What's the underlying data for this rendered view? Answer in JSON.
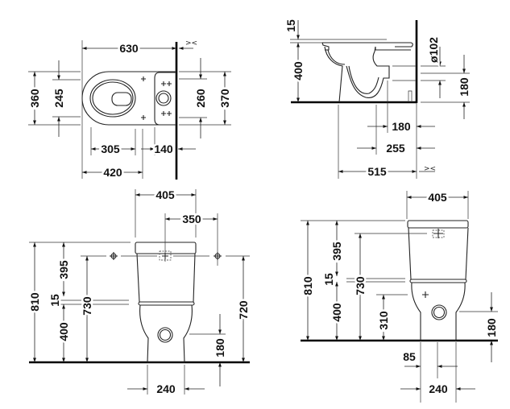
{
  "views": {
    "top_plan": {
      "labels": [
        "630",
        "360",
        "245",
        "260",
        "370",
        "305",
        "140",
        "420"
      ],
      "wall_symbol": "><"
    },
    "side_section": {
      "labels": [
        "15",
        "400",
        "ø102",
        "180",
        "180",
        "255",
        "515"
      ],
      "wall_symbol": "><"
    },
    "front_elevation_left": {
      "labels": [
        "405",
        "350",
        "810",
        "395",
        "15",
        "400",
        "730",
        "720",
        "180",
        "240"
      ]
    },
    "front_elevation_right": {
      "labels": [
        "405",
        "810",
        "395",
        "15",
        "400",
        "730",
        "310",
        "180",
        "85",
        "240"
      ]
    }
  }
}
